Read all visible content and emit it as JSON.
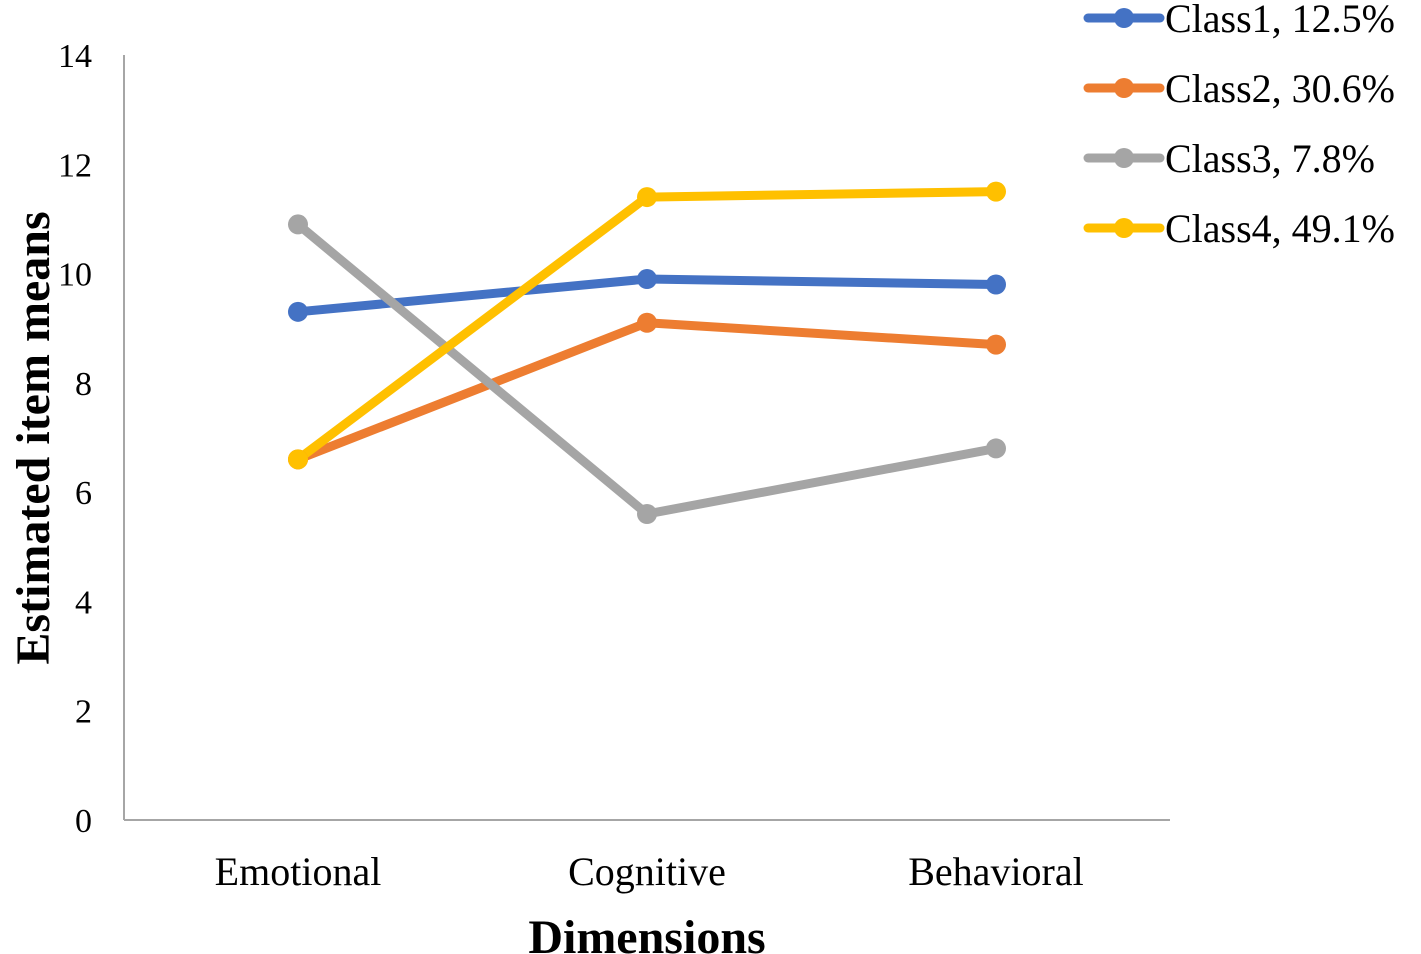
{
  "chart_data": {
    "type": "line",
    "title": "",
    "xlabel": "Dimensions",
    "ylabel": "Estimated item means",
    "categories": [
      "Emotional",
      "Cognitive",
      "Behavioral"
    ],
    "ylim": [
      0,
      14
    ],
    "yticks": [
      0,
      2,
      4,
      6,
      8,
      10,
      12,
      14
    ],
    "grid": false,
    "legend_position": "top-right",
    "series": [
      {
        "name": "Class1, 12.5%",
        "color": "#4472C4",
        "values": [
          9.3,
          9.9,
          9.8
        ]
      },
      {
        "name": "Class2, 30.6%",
        "color": "#ED7D31",
        "values": [
          6.6,
          9.1,
          8.7
        ]
      },
      {
        "name": "Class3, 7.8%",
        "color": "#A5A5A5",
        "values": [
          10.9,
          5.6,
          6.8
        ]
      },
      {
        "name": "Class4, 49.1%",
        "color": "#FFC000",
        "values": [
          6.6,
          11.4,
          11.5
        ]
      }
    ]
  }
}
